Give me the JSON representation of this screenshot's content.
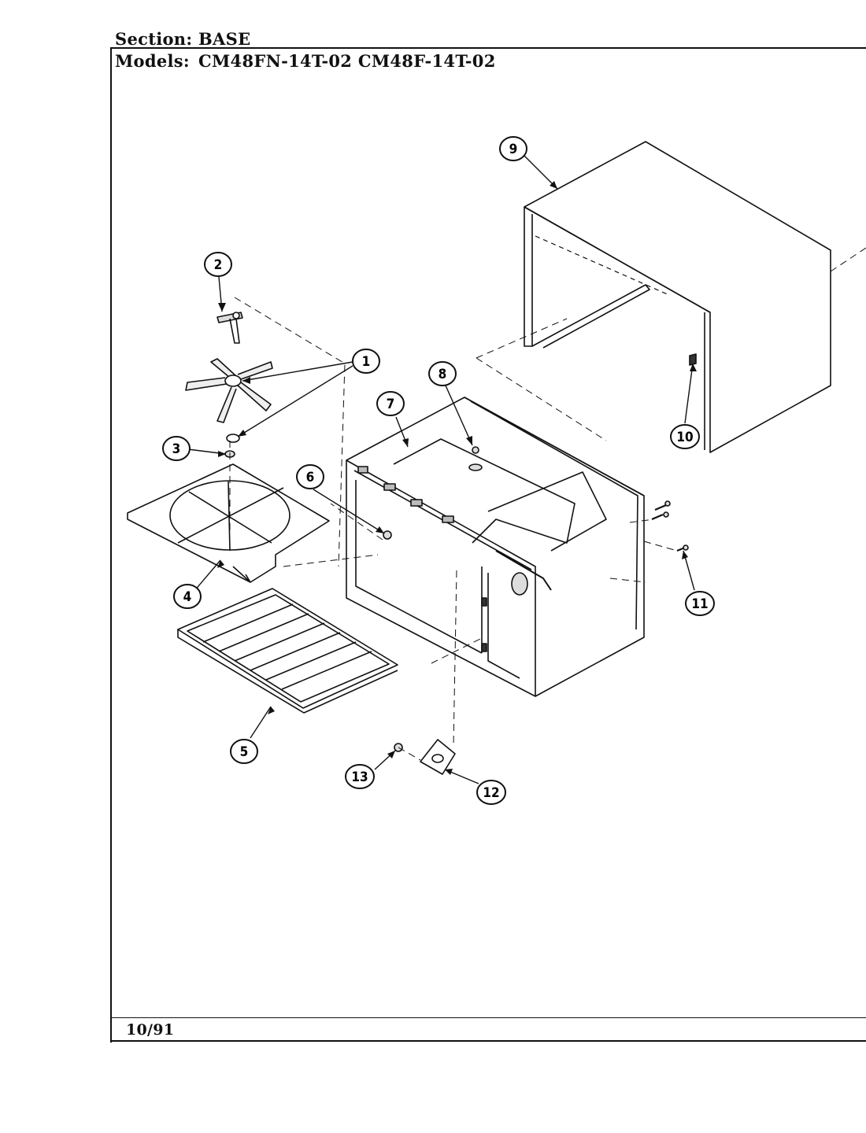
{
  "header": {
    "section_label": "Section:",
    "section_value": "BASE",
    "models_label": "Models:",
    "models_value": "CM48FN-14T-02  CM48F-14T-02"
  },
  "footer": {
    "date_code": "10/91"
  },
  "callouts": [
    {
      "label": "1"
    },
    {
      "label": "2"
    },
    {
      "label": "3"
    },
    {
      "label": "4"
    },
    {
      "label": "5"
    },
    {
      "label": "6"
    },
    {
      "label": "7"
    },
    {
      "label": "8"
    },
    {
      "label": "9"
    },
    {
      "label": "10"
    },
    {
      "label": "11"
    },
    {
      "label": "12"
    },
    {
      "label": "13"
    }
  ]
}
